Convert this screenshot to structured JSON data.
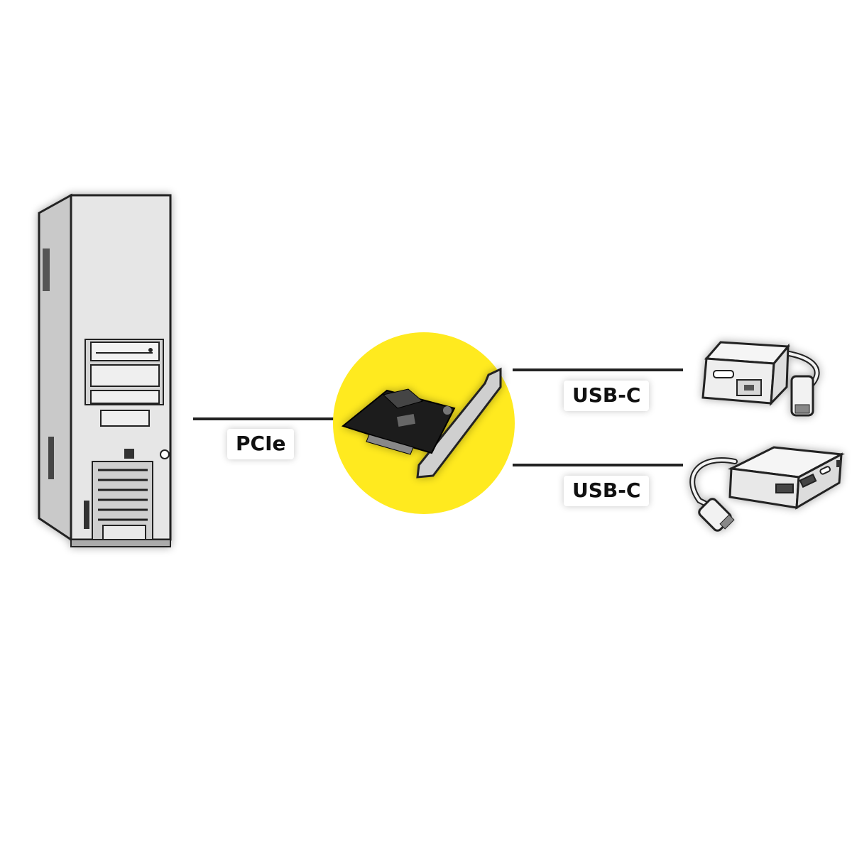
{
  "labels": {
    "pcie": "PCIe",
    "usbc_top": "USB-C",
    "usbc_bottom": "USB-C"
  },
  "colors": {
    "accent_circle": "#FFEA1F",
    "line": "#222222",
    "background": "#FFFFFF"
  },
  "icons": {
    "computer": "pc-tower-icon",
    "card": "pcie-usb-c-card-icon",
    "adapter_top": "usb-c-to-ethernet-adapter-icon",
    "adapter_bottom": "usb-c-multiport-hub-icon"
  }
}
